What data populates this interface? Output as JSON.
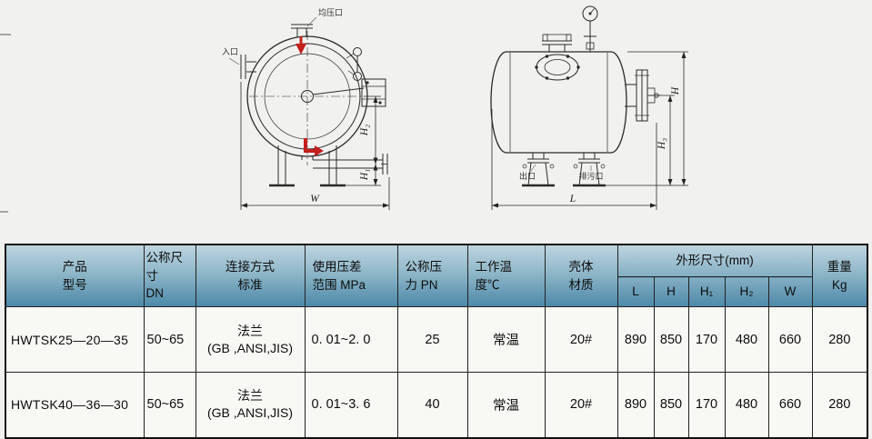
{
  "colors": {
    "header_gradient_top": "#bdd5e0",
    "header_gradient_bottom": "#4d89a8",
    "flow_arrow_red": "#c4201d",
    "line_color": "#2a2a2a"
  },
  "drawings": {
    "front_view": {
      "port_top": "均压口",
      "inlet": "入口",
      "dim_h2": "H₂",
      "dim_h1": "H₁",
      "dim_w": "W"
    },
    "side_view": {
      "outlet": "出口",
      "drain": "排污口",
      "dim_h": "H",
      "dim_h3": "H₃",
      "dim_l": "L"
    }
  },
  "table": {
    "header": {
      "product": [
        "产品",
        "型号"
      ],
      "dn": [
        "公称尺寸",
        "DN"
      ],
      "connection": [
        "连接方式",
        "标准"
      ],
      "pressure_range": [
        "使用压差",
        "范围 MPa"
      ],
      "pn": [
        "公称压",
        "力 PN"
      ],
      "temperature": [
        "工作温",
        "度℃"
      ],
      "shell": [
        "壳体",
        "材质"
      ],
      "dims_group": "外形尺寸(mm)",
      "dims": [
        "L",
        "H",
        "H₁",
        "H₂",
        "W"
      ],
      "weight": [
        "重量",
        "Kg"
      ]
    },
    "rows": [
      {
        "model": "HWTSK25—20—35",
        "dn": "50~65",
        "connection1": "法兰",
        "connection2": "(GB ,ANSI,JIS)",
        "range": "0. 01~2. 0",
        "pn": "25",
        "temp": "常温",
        "shell": "20#",
        "L": "890",
        "H": "850",
        "H1": "170",
        "H2": "480",
        "W": "660",
        "weight": "280"
      },
      {
        "model": "HWTSK40—36—30",
        "dn": "50~65",
        "connection1": "法兰",
        "connection2": "(GB ,ANSI,JIS)",
        "range": "0. 01~3. 6",
        "pn": "40",
        "temp": "常温",
        "shell": "20#",
        "L": "890",
        "H": "850",
        "H1": "170",
        "H2": "480",
        "W": "660",
        "weight": "280"
      }
    ]
  }
}
